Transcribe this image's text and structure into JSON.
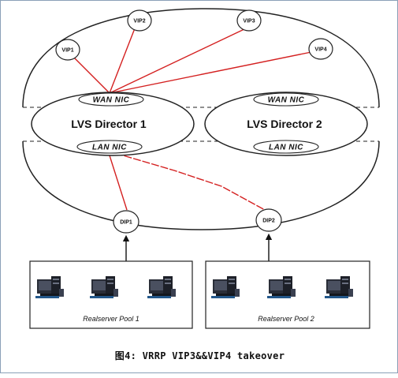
{
  "vips": [
    {
      "id": "vip1",
      "label": "VIP1"
    },
    {
      "id": "vip2",
      "label": "VIP2"
    },
    {
      "id": "vip3",
      "label": "VIP3"
    },
    {
      "id": "vip4",
      "label": "VIP4"
    }
  ],
  "directors": [
    {
      "name": "LVS Director 1",
      "wan": "WAN  NIC",
      "lan": "LAN  NIC"
    },
    {
      "name": "LVS Director 2",
      "wan": "WAN  NIC",
      "lan": "LAN  NIC"
    }
  ],
  "dips": [
    {
      "id": "dip1",
      "label": "DIP1"
    },
    {
      "id": "dip2",
      "label": "DIP2"
    }
  ],
  "pools": [
    {
      "name": "Realserver Pool 1"
    },
    {
      "name": "Realserver Pool 2"
    }
  ],
  "caption": "图4: VRRP VIP3&&VIP4 takeover",
  "colors": {
    "link": "#d42020",
    "outline": "#222222"
  }
}
